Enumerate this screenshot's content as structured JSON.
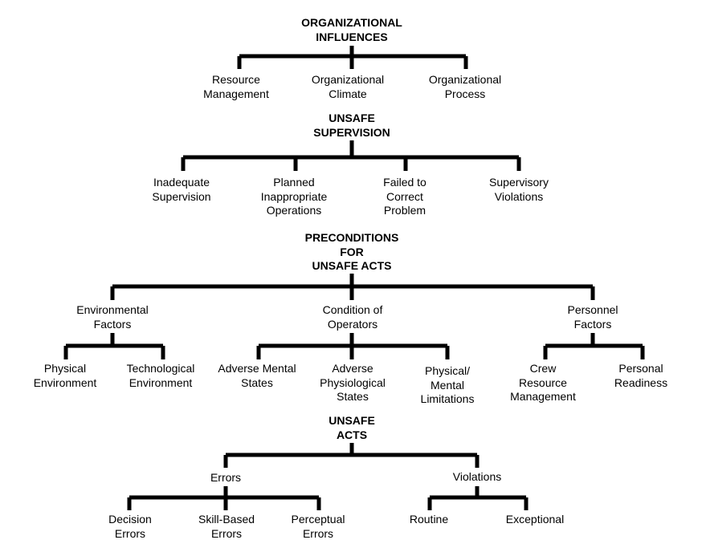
{
  "organizational_influences": {
    "title": "ORGANIZATIONAL\nINFLUENCES",
    "children": [
      "Resource\nManagement",
      "Organizational\nClimate",
      "Organizational\nProcess"
    ]
  },
  "unsafe_supervision": {
    "title": "UNSAFE\nSUPERVISION",
    "children": [
      "Inadequate\nSupervision",
      "Planned\nInappropriate\nOperations",
      "Failed to\nCorrect\nProblem",
      "Supervisory\nViolations"
    ]
  },
  "preconditions": {
    "title": "PRECONDITIONS\nFOR\nUNSAFE ACTS",
    "environmental": {
      "label": "Environmental\nFactors",
      "children": [
        "Physical\nEnvironment",
        "Technological\nEnvironment"
      ]
    },
    "operators": {
      "label": "Condition of\nOperators",
      "children": [
        "Adverse Mental\nStates",
        "Adverse\nPhysiological\nStates",
        "Physical/\nMental\nLimitations"
      ]
    },
    "personnel": {
      "label": "Personnel\nFactors",
      "children": [
        "Crew\nResource\nManagement",
        "Personal\nReadiness"
      ]
    }
  },
  "unsafe_acts": {
    "title": "UNSAFE\nACTS",
    "errors": {
      "label": "Errors",
      "children": [
        "Decision\nErrors",
        "Skill-Based\nErrors",
        "Perceptual\nErrors"
      ]
    },
    "violations": {
      "label": "Violations",
      "children": [
        "Routine",
        "Exceptional"
      ]
    }
  }
}
